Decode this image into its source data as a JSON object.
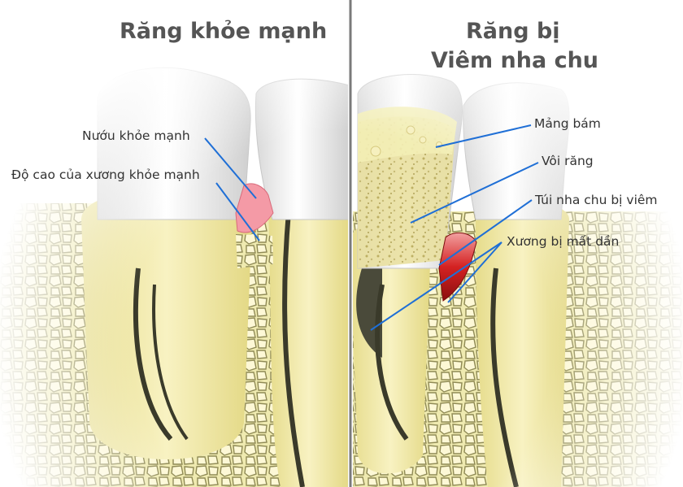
{
  "titles": {
    "healthy": "Răng khỏe mạnh",
    "disease_line1": "Răng bị",
    "disease_line2": "Viêm nha chu"
  },
  "labels": {
    "healthy_gum": "Nướu khỏe mạnh",
    "healthy_bone_height": "Độ cao của xương khỏe mạnh",
    "plaque": "Mảng bám",
    "tartar": "Vôi răng",
    "inflamed_pocket": "Túi nha chu bị viêm",
    "bone_loss": "Xương bị mất dần"
  },
  "colors": {
    "leader_line": "#1f6fd6",
    "divider": "#7a7a7a",
    "title_text": "#555555",
    "label_text": "#333333",
    "bone": "#efeab0",
    "bone_cell": "#8f8a55",
    "root": "#f3eaa8",
    "enamel": "#ffffff",
    "healthy_gum": "#f49aa6",
    "inflamed_gum": "#d62a2a",
    "tartar": "#d8cc84",
    "plaque": "#f1ecb2"
  }
}
